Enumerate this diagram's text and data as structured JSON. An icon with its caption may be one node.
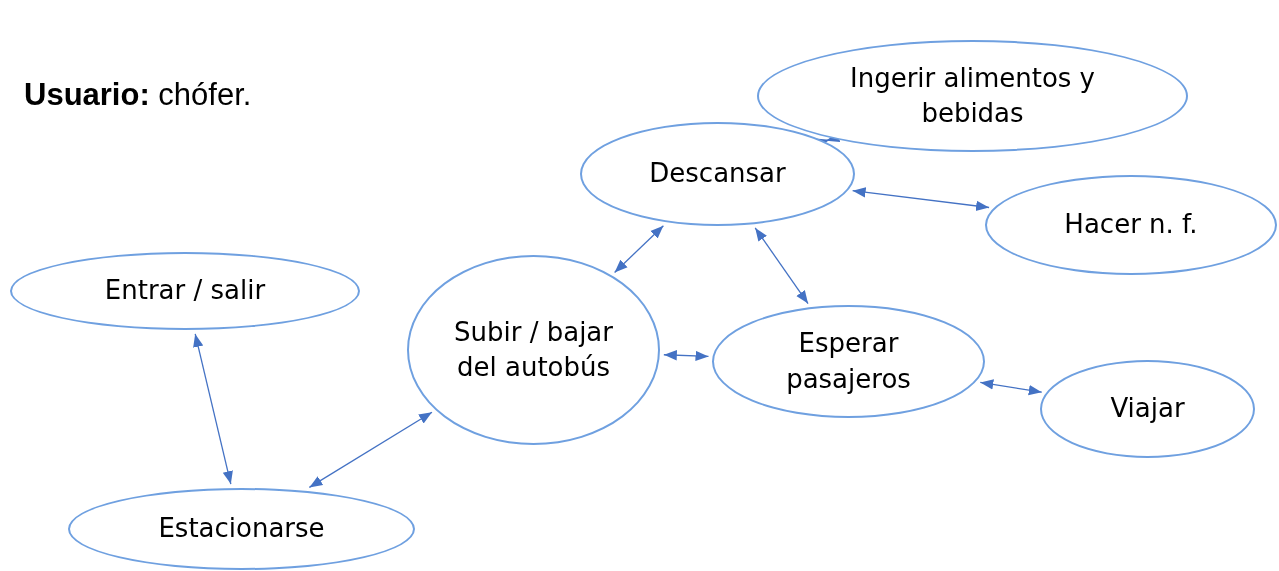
{
  "diagram": {
    "nodes": [
      {
        "text": [
          "Ingerir alimentos y bebidas"
        ]
      },
      {
        "text": [
          "Descansar"
        ]
      },
      {
        "text": [
          "Hacer n. f."
        ]
      },
      {
        "text": [
          "Entrar / salir"
        ]
      },
      {
        "text": [
          "Subir / bajar del autobús"
        ]
      },
      {
        "text": [
          "Esperar pasajeros"
        ]
      },
      {
        "text": [
          "Viajar"
        ]
      },
      {
        "text": [
          "Estacionarse"
        ]
      }
    ],
    "edges": [
      {
        "from": 0,
        "to": 1,
        "arrow": "both"
      },
      {
        "from": 1,
        "to": 2,
        "arrow": "both"
      },
      {
        "from": 1,
        "to": 4,
        "arrow": "both"
      },
      {
        "from": 1,
        "to": 5,
        "arrow": "both"
      },
      {
        "from": 4,
        "to": 5,
        "arrow": "both"
      },
      {
        "from": 5,
        "to": 6,
        "arrow": "both"
      },
      {
        "from": 3,
        "to": 7,
        "arrow": "both"
      },
      {
        "from": 4,
        "to": 7,
        "arrow": "both"
      }
    ],
    "labels": [
      "**Usuario:** chófer."
    ]
  }
}
